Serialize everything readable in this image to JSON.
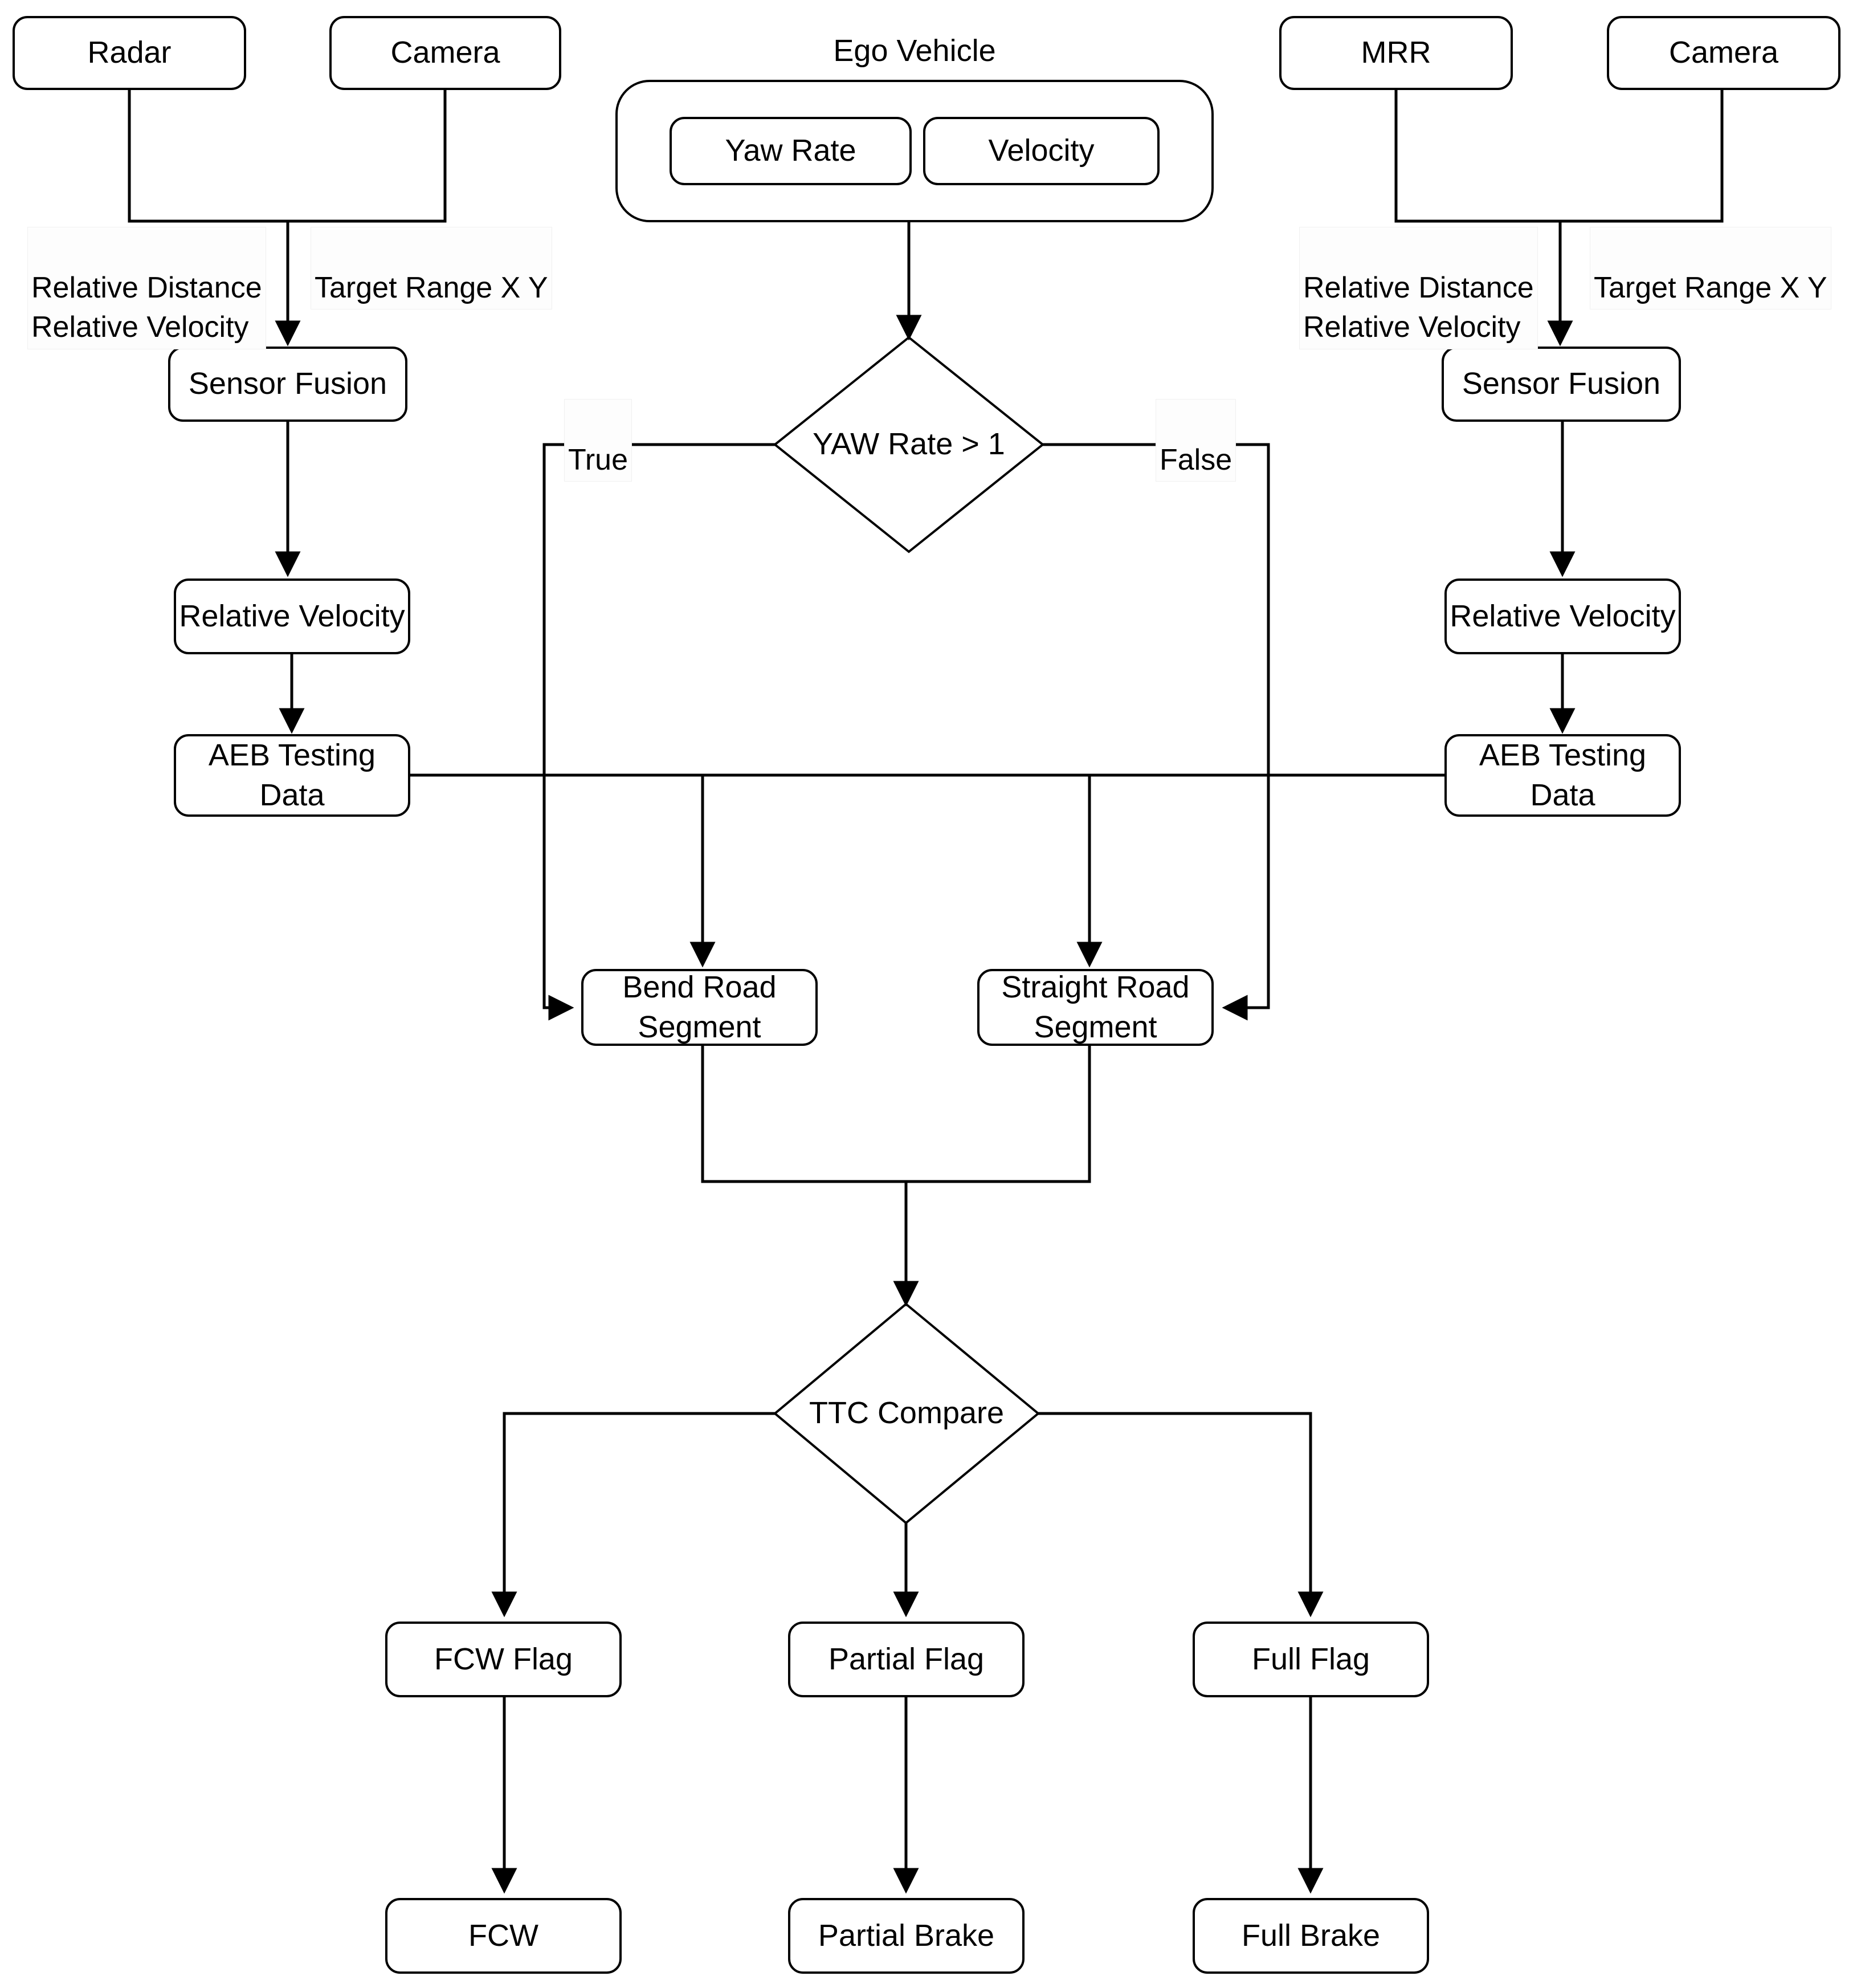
{
  "diagram": {
    "title": "AEB Sensor Fusion and Braking Decision Flowchart",
    "type": "flowchart",
    "stroke_color": "#000000",
    "fill_color": "#ffffff"
  },
  "nodes": {
    "radar_left": "Radar",
    "camera_left": "Camera",
    "ego_vehicle_label": "Ego Vehicle",
    "yaw_rate": "Yaw Rate",
    "velocity": "Velocity",
    "mrr_right": "MRR",
    "camera_right": "Camera",
    "sensor_fusion_left": "Sensor Fusion",
    "sensor_fusion_right": "Sensor Fusion",
    "relative_velocity_left": "Relative Velocity",
    "relative_velocity_right": "Relative Velocity",
    "aeb_testing_data_left": "AEB Testing\nData",
    "aeb_testing_data_right": "AEB Testing\nData",
    "yaw_decision": "YAW Rate > 1",
    "bend_road_segment": "Bend Road\nSegment",
    "straight_road_segment": "Straight Road\nSegment",
    "ttc_compare": "TTC Compare",
    "fcw_flag": "FCW Flag",
    "partial_flag": "Partial Flag",
    "full_flag": "Full Flag",
    "fcw": "FCW",
    "partial_brake": "Partial Brake",
    "full_brake": "Full Brake"
  },
  "edge_labels": {
    "left_relative": "Relative Distance\nRelative Velocity",
    "left_target_range": "Target Range X Y",
    "right_relative": "Relative Distance\nRelative Velocity",
    "right_target_range": "Target Range X Y",
    "yaw_true": "True",
    "yaw_false": "False"
  }
}
